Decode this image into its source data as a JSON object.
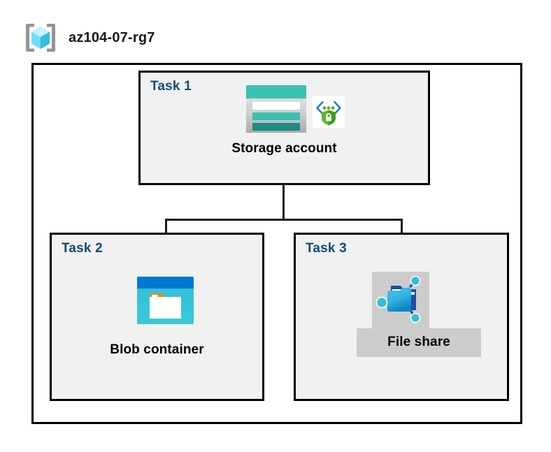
{
  "header": {
    "icon": "resource-group-icon",
    "title": "az104-07-rg7"
  },
  "diagram": {
    "type": "azure-architecture-hierarchy",
    "container_name": "az104-07-rg7",
    "colors": {
      "task_label": "#124a77",
      "node_label": "#000000",
      "box_fill": "#f1f1f1",
      "box_border": "#000000",
      "outer_fill": "#ffffff",
      "highlight": "#cccccc",
      "storage_teal": "#3bc1b0",
      "storage_teal_dark": "#1f8b80",
      "blob_blue": "#0078d4",
      "blob_cyan": "#32bedd",
      "folder_accent": "#f2870d",
      "shield_green": "#5bb726",
      "link_blue": "#0078d4",
      "cube_cyan": "#50e6ff",
      "bracket_gray": "#949494"
    },
    "boxes": [
      {
        "id": "task1",
        "label": "Task 1",
        "node_label": "Storage account",
        "icons": [
          "storage-account-icon",
          "private-link-icon"
        ]
      },
      {
        "id": "task2",
        "label": "Task 2",
        "node_label": "Blob container",
        "icons": [
          "blob-container-icon"
        ]
      },
      {
        "id": "task3",
        "label": "Task 3",
        "node_label": "File share",
        "icons": [
          "file-share-icon"
        ],
        "highlighted": true
      }
    ],
    "connections": [
      {
        "from": "task1",
        "to": "task2"
      },
      {
        "from": "task1",
        "to": "task3"
      }
    ]
  }
}
